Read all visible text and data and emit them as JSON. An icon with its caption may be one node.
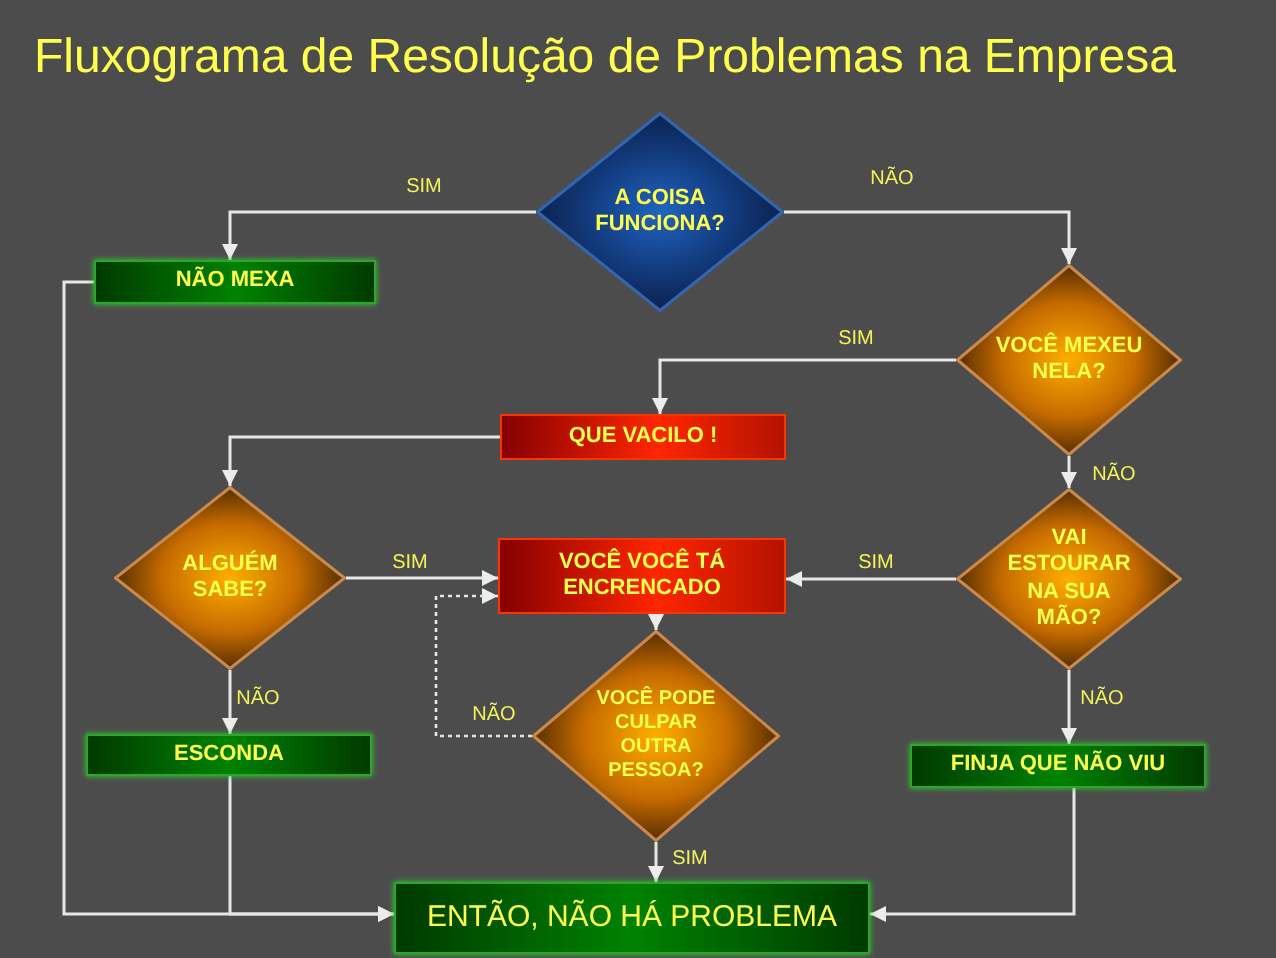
{
  "diagram": {
    "title": "Fluxograma de Resolução de Problemas na Empresa",
    "nodes": [
      {
        "text": [
          "A COISA FUNCIONA?"
        ]
      },
      {
        "text": [
          "NÃO MEXA"
        ]
      },
      {
        "text": [
          "VOCÊ MEXEU NELA?"
        ]
      },
      {
        "text": [
          "QUE VACILO !"
        ]
      },
      {
        "text": [
          "ALGUÉM SABE?"
        ]
      },
      {
        "text": [
          "VOCÊ VOCÊ TÁ ENCRENCADO"
        ]
      },
      {
        "text": [
          "VAI ESTOURAR NA SUA MÃO?"
        ]
      },
      {
        "text": [
          "VOCÊ PODE CULPAR OUTRA PESSOA?"
        ]
      },
      {
        "text": [
          "ESCONDA"
        ]
      },
      {
        "text": [
          "FINJA QUE NÃO VIU"
        ]
      },
      {
        "text": [
          "ENTÃO, NÃO HÁ PROBLEMA"
        ]
      }
    ],
    "edges": [
      {
        "from": 0,
        "to": 1,
        "arrow": "to",
        "label": "SIM"
      },
      {
        "from": 0,
        "to": 2,
        "arrow": "to",
        "label": "NÃO"
      },
      {
        "from": 2,
        "to": 3,
        "arrow": "to",
        "label": "SIM"
      },
      {
        "from": 2,
        "to": 6,
        "arrow": "to",
        "label": "NÃO"
      },
      {
        "from": 3,
        "to": 4,
        "arrow": "to"
      },
      {
        "from": 4,
        "to": 5,
        "arrow": "to",
        "label": "SIM"
      },
      {
        "from": 6,
        "to": 5,
        "arrow": "to",
        "label": "SIM"
      },
      {
        "from": 5,
        "to": 7,
        "arrow": "to"
      },
      {
        "from": 7,
        "to": 5,
        "arrow": "to",
        "label": "NÃO",
        "style": "dashed"
      },
      {
        "from": 4,
        "to": 8,
        "arrow": "to",
        "label": "NÃO"
      },
      {
        "from": 8,
        "to": 10,
        "arrow": "to"
      },
      {
        "from": 1,
        "to": 10,
        "arrow": "to"
      },
      {
        "from": 6,
        "to": 9,
        "arrow": "to",
        "label": "NÃO"
      },
      {
        "from": 9,
        "to": 10,
        "arrow": "to"
      },
      {
        "from": 7,
        "to": 10,
        "arrow": "to",
        "label": "SIM"
      }
    ]
  }
}
